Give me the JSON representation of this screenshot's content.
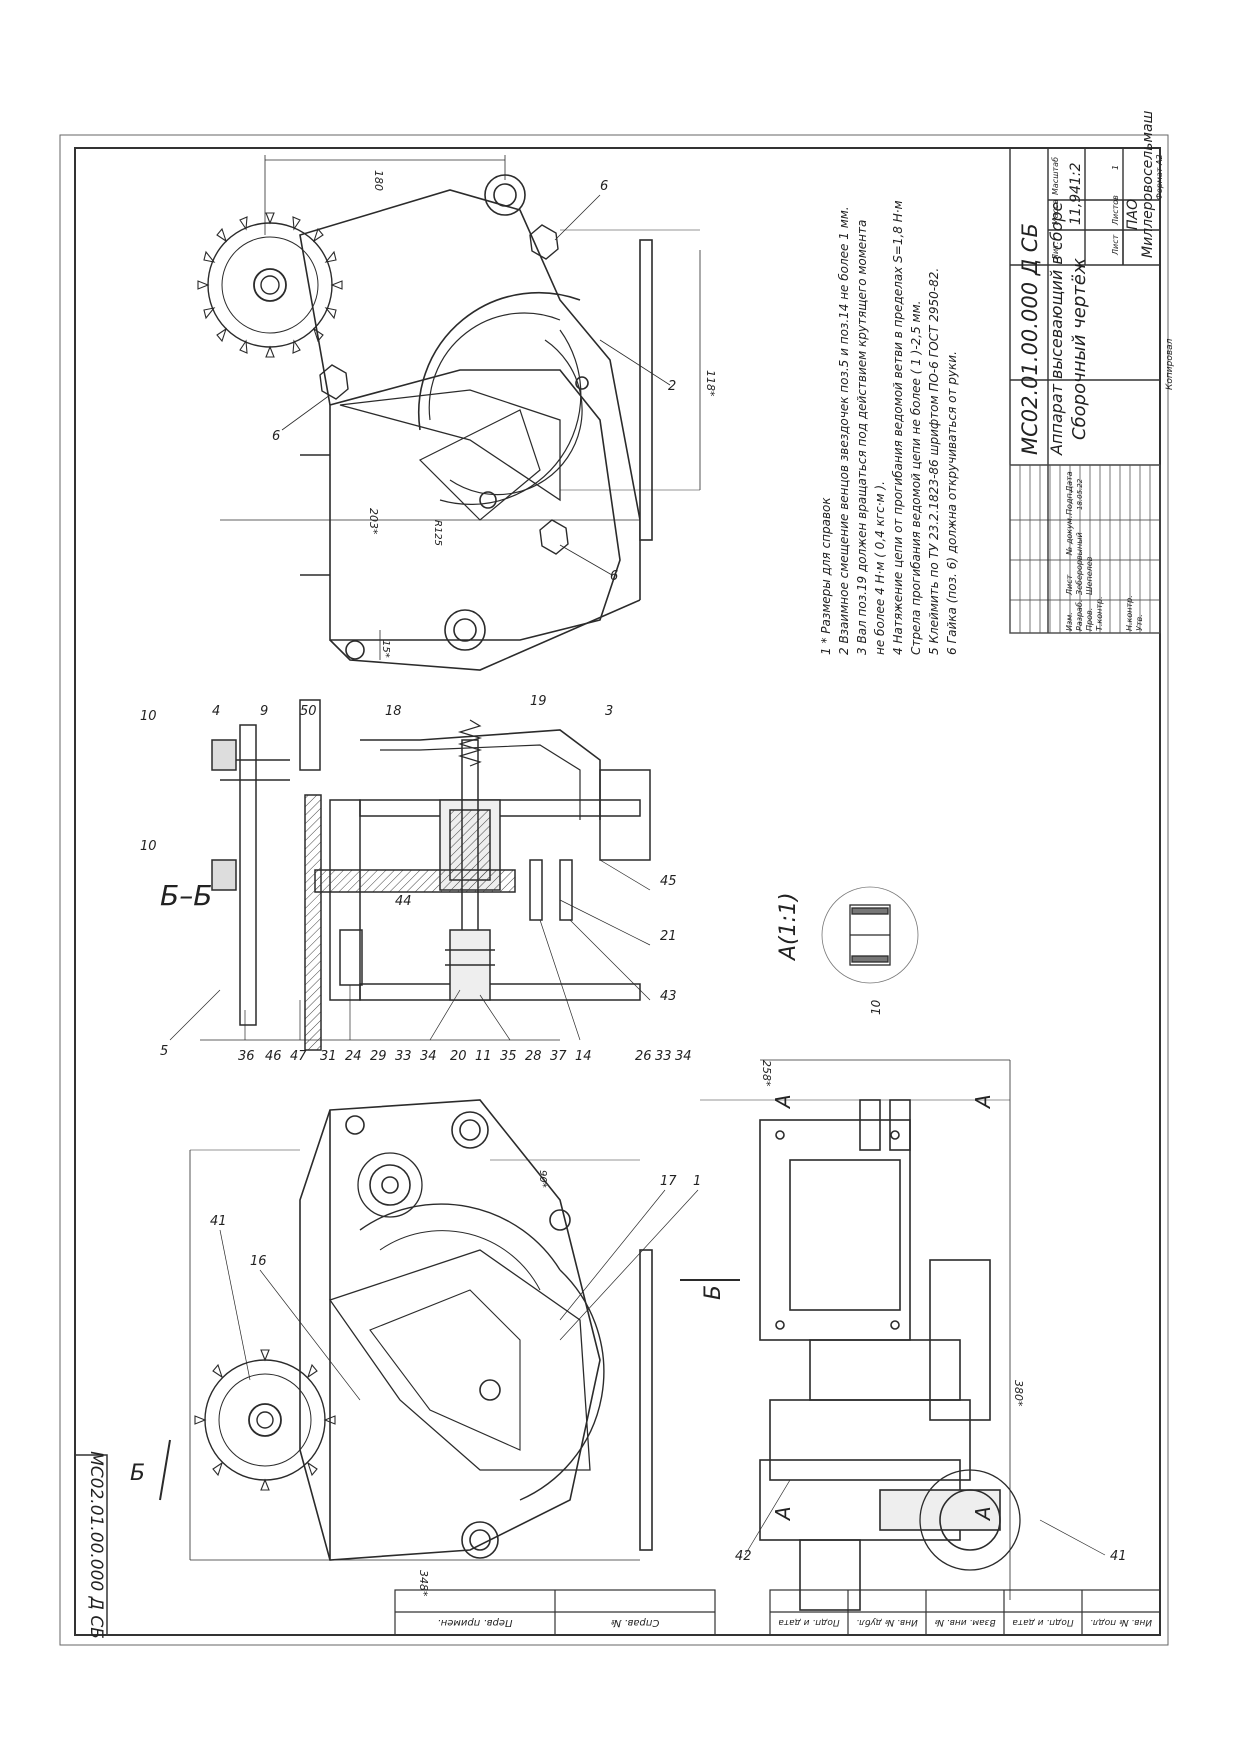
{
  "drawing": {
    "designation": "МС02.01.00.000 Д СБ",
    "designation_rotated": "МС02.01.00.000 Д СБ",
    "title_line1": "Аппарат высевающий в сборе",
    "title_line2": "Сборочный чертёж",
    "mass": "11,94",
    "scale": "1:2",
    "sheet_label": "Лист",
    "sheets_label": "Листов",
    "sheets_count": "1",
    "company": "Миллеровосельмаш",
    "org": "ПАО",
    "format": "Формат А2",
    "copied": "Копировал",
    "hdr_lit": "Лит.",
    "hdr_mass": "Масса",
    "hdr_scale": "Масштаб",
    "role_izm": "Изм.",
    "role_list": "Лист",
    "role_doc": "№ докум.",
    "role_sign": "Подп.",
    "role_date": "Дата",
    "role_razrab": "Разраб.",
    "role_prov": "Пров.",
    "role_tkontr": "Т.контр.",
    "role_nkontr": "Н.контр.",
    "role_utv": "Утв.",
    "name_razrab": "Зеберорвыный",
    "name_prov": "Шепелев",
    "date_razrab": "18.05.22"
  },
  "notes": [
    "1 * Размеры для справок",
    "2 Взаимное смещение венцов звездочек поз.5 и поз.14 не более 1 мм.",
    "3 Вал поз.19 должен вращаться под действием крутящего момента",
    "не более 4 Н·м ( 0,4 кгс·м ).",
    "4 Натяжение цепи от прогибания ведомой ветви в пределах S=1,8 Н·м",
    "Стрела прогибания ведомой цепи не более ( 1 )-2,5 мм.",
    "5 Клеймить по ТУ 23.2.1823-86 шрифтом ПО-6 ГОСТ 2950-82.",
    "6 Гайка (поз. 6) должна откручиваться от руки."
  ],
  "views": {
    "section_label": "Б–Б",
    "detail_label": "А(1:1)",
    "cut_letter": "Б",
    "detail_letter": "А"
  },
  "dimensions": {
    "d_180": "180",
    "d_118": "118*",
    "d_203": "203*",
    "d_125": "R125",
    "d_15": "15*",
    "d_258": "258*",
    "d_380": "380*",
    "d_348": "348*",
    "d_90": "90*"
  },
  "callouts_section": [
    "4",
    "9",
    "50",
    "18",
    "19",
    "3",
    "10",
    "10",
    "44",
    "45",
    "21",
    "43",
    "26",
    "33",
    "34",
    "14",
    "37",
    "28",
    "35",
    "11",
    "20",
    "34",
    "33",
    "29",
    "24",
    "31",
    "47",
    "46",
    "36",
    "5"
  ],
  "callouts_other": [
    "6",
    "6",
    "6",
    "2",
    "41",
    "16",
    "17",
    "1",
    "42",
    "41",
    "10"
  ],
  "stamp_side": [
    "Перв. примен.",
    "Справ. №",
    "Подп. и дата",
    "Инв. № дубл.",
    "Взам. инв. №",
    "Подп. и дата",
    "Инв. № подл."
  ],
  "colors": {
    "line": "#2b2b2b",
    "paper": "#ffffff"
  }
}
